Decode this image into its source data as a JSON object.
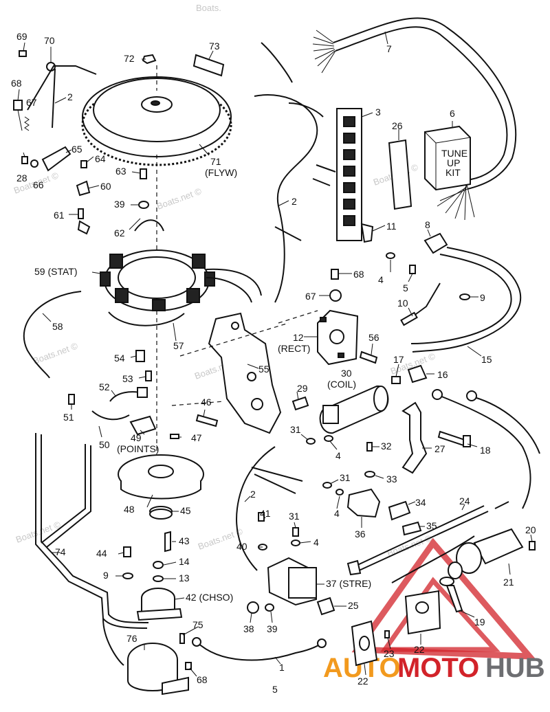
{
  "page_number": "5",
  "watermark": "Boats.net ©",
  "watermark_short": "Boats.",
  "logo": {
    "text_auto": "AUTO",
    "text_moto": "MOTO",
    "text_hub": "HUB",
    "color_orange": "#f29a1e",
    "color_red": "#d2232a",
    "color_gray": "#6d6e71"
  },
  "callouts": {
    "c69": "69",
    "c70": "70",
    "c68a": "68",
    "c67a": "67",
    "c2a": "2",
    "c65": "65",
    "c28": "28",
    "c66": "66",
    "c64": "64",
    "c63": "63",
    "c60": "60",
    "c39a": "39",
    "c61": "61",
    "c62": "62",
    "c72": "72",
    "c73": "73",
    "c71": "71",
    "c71sub": "(FLYW)",
    "c7": "7",
    "c3": "3",
    "c6": "6",
    "c26": "26",
    "c2b": "2",
    "c11": "11",
    "c8": "8",
    "c59": "59 (STAT)",
    "c58": "58",
    "c57": "57",
    "c68b": "68",
    "c67b": "67",
    "c4a": "4",
    "c5": "5",
    "c9a": "9",
    "c10": "10",
    "c12": "12",
    "c12sub": "(RECT)",
    "c56": "56",
    "c15": "15",
    "c54": "54",
    "c53": "53",
    "c55": "55",
    "c52": "52",
    "c51": "51",
    "c50": "50",
    "c46": "46",
    "c29": "29",
    "c30": "30",
    "c30sub": "(COIL)",
    "c17": "17",
    "c16": "16",
    "c49": "49",
    "c49sub": "(POINTS)",
    "c47": "47",
    "c31a": "31",
    "c4b": "4",
    "c32": "32",
    "c27": "27",
    "c18": "18",
    "c48": "48",
    "c45": "45",
    "c2c": "2",
    "c31b": "31",
    "c33": "33",
    "c4c": "4",
    "c34": "34",
    "c36": "36",
    "c24": "24",
    "c35": "35",
    "c41": "41",
    "c31c": "31",
    "c4d": "4",
    "c43": "43",
    "c74": "74",
    "c44": "44",
    "c40": "40",
    "c14": "14",
    "c9b": "9",
    "c13": "13",
    "c37": "37 (STRE)",
    "c20": "20",
    "c21": "21",
    "c42": "42 (CHSO)",
    "c25": "25",
    "c38": "38",
    "c39b": "39",
    "c19": "19",
    "c75": "75",
    "c76": "76",
    "c23": "23",
    "c22a": "22",
    "c1": "1",
    "c68c": "68",
    "c22b": "22"
  },
  "tune_up_kit": {
    "line1": "TUNE",
    "line2": "UP",
    "line3": "KIT"
  }
}
